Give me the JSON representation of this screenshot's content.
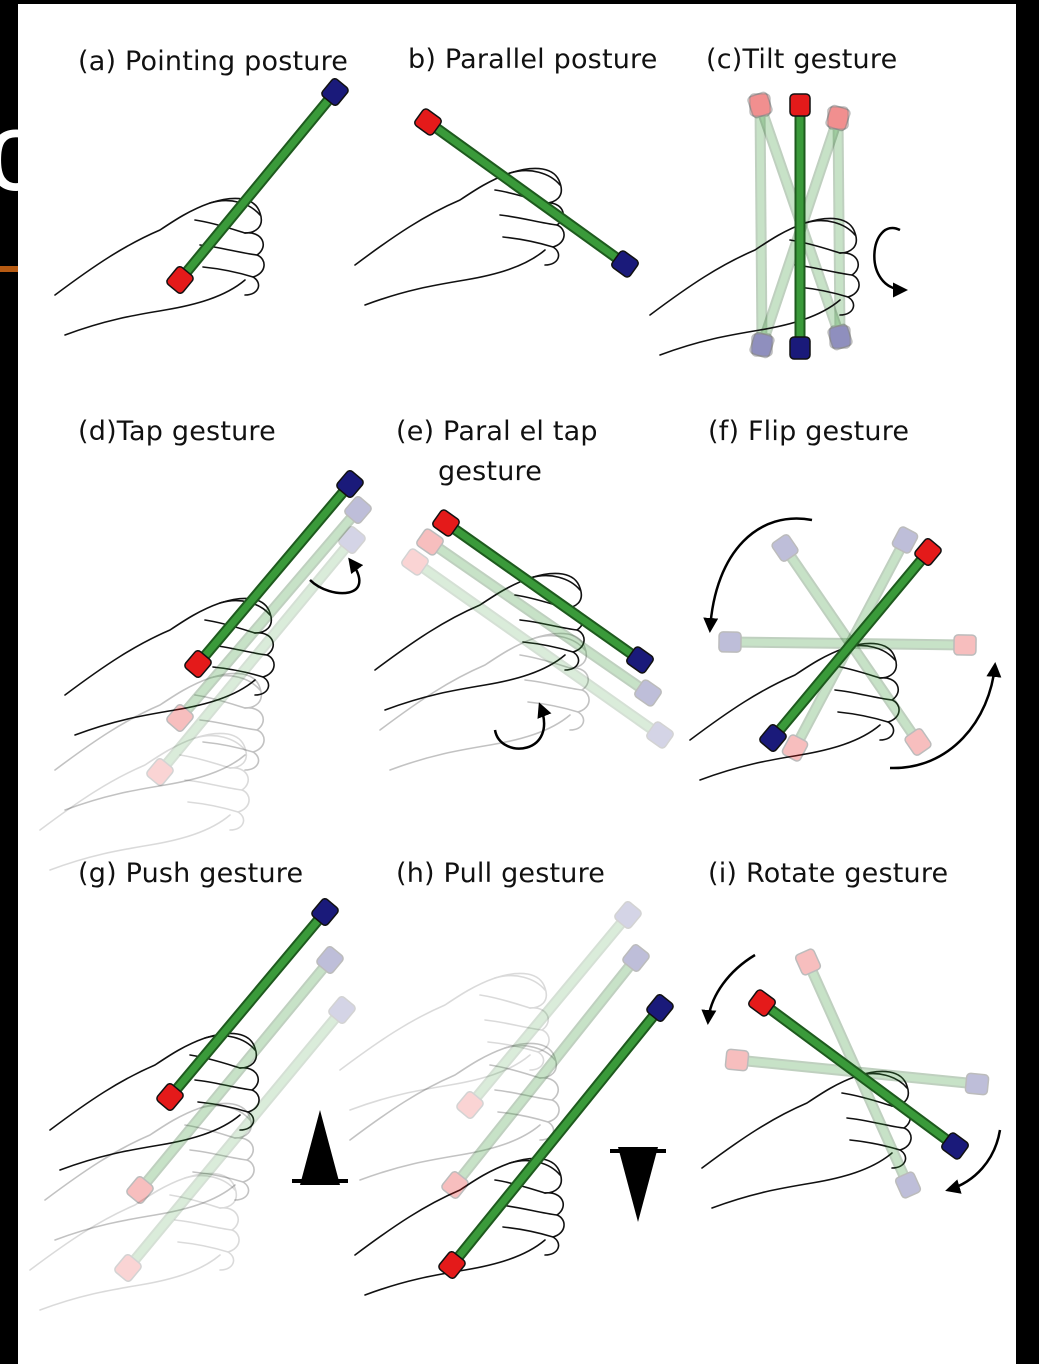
{
  "slide_fragment": {
    "glyph": "c",
    "accent_color": "#b65a12"
  },
  "colors": {
    "rod": "#3a9a3a",
    "rod_edge": "#1e5a1e",
    "red_end": "#e41a1a",
    "blue_end": "#1a1a7a",
    "ghost_opacity": 0.28
  },
  "panels": [
    {
      "key": "a",
      "caption": "(a) Pointing posture"
    },
    {
      "key": "b",
      "caption": "b) Parallel posture"
    },
    {
      "key": "c",
      "caption": "(c)Tilt gesture"
    },
    {
      "key": "d",
      "caption": "(d)Tap gesture"
    },
    {
      "key": "e",
      "caption": "(e) Paral el tap",
      "caption2": "gesture"
    },
    {
      "key": "f",
      "caption": "(f) Flip gesture"
    },
    {
      "key": "g",
      "caption": "(g) Push gesture"
    },
    {
      "key": "h",
      "caption": "(h) Pull gesture"
    },
    {
      "key": "i",
      "caption": "(i) Rotate gesture"
    }
  ]
}
